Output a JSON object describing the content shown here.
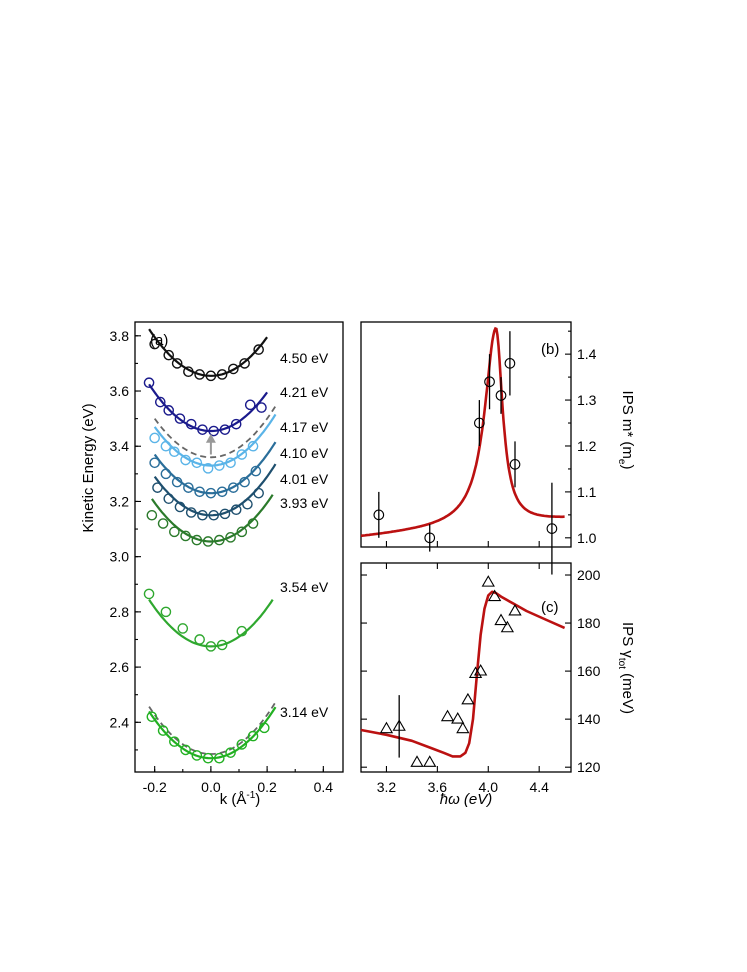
{
  "chart_data": [
    {
      "id": "a",
      "type": "scatter",
      "panel_label": "(a)",
      "xlabel": "k (Å-1)",
      "xlabel_text": "k (Å",
      "xlabel_sup": "-1",
      "xlabel_close": ")",
      "ylabel": "Kinetic Energy (eV)",
      "xlim": [
        -0.27,
        0.47
      ],
      "ylim": [
        2.22,
        3.85
      ],
      "x_ticks": [
        -0.2,
        0.0,
        0.2,
        0.4
      ],
      "x_tick_labels": [
        "-0.2",
        "0.0",
        "0.2",
        "0.4"
      ],
      "y_ticks": [
        2.4,
        2.6,
        2.8,
        3.0,
        3.2,
        3.4,
        3.6,
        3.8
      ],
      "y_tick_labels": [
        "2.4",
        "2.6",
        "2.8",
        "3.0",
        "3.2",
        "3.4",
        "3.6",
        "3.8"
      ],
      "series": [
        {
          "name": "4.50 eV",
          "color": "#111111",
          "e0": 3.655,
          "a": 3.5,
          "fit_range": [
            -0.22,
            0.2
          ],
          "dashed": false,
          "x": [
            -0.2,
            -0.15,
            -0.12,
            -0.08,
            -0.04,
            0.0,
            0.04,
            0.08,
            0.12,
            0.17
          ],
          "y": [
            3.77,
            3.73,
            3.7,
            3.67,
            3.66,
            3.655,
            3.66,
            3.68,
            3.7,
            3.75
          ]
        },
        {
          "name": "4.21 eV",
          "color": "#1a1a8c",
          "e0": 3.455,
          "a": 3.5,
          "fit_range": [
            -0.22,
            0.2
          ],
          "dashed": false,
          "x": [
            -0.22,
            -0.18,
            -0.15,
            -0.11,
            -0.07,
            -0.03,
            0.01,
            0.05,
            0.09,
            0.14,
            0.18
          ],
          "y": [
            3.63,
            3.56,
            3.53,
            3.5,
            3.48,
            3.46,
            3.455,
            3.46,
            3.48,
            3.55,
            3.54
          ]
        },
        {
          "name": "4.17 eV",
          "color": "#666666",
          "e0": 3.36,
          "a": 3.5,
          "fit_range": [
            -0.2,
            0.23
          ],
          "dashed": true,
          "x": [],
          "y": []
        },
        {
          "name": "4.10 eV",
          "color": "#5ab4e8",
          "e0": 3.33,
          "a": 3.5,
          "fit_range": [
            -0.2,
            0.23
          ],
          "dashed": false,
          "x": [
            -0.2,
            -0.16,
            -0.13,
            -0.09,
            -0.05,
            -0.01,
            0.03,
            0.07,
            0.11,
            0.15
          ],
          "y": [
            3.43,
            3.4,
            3.38,
            3.35,
            3.34,
            3.32,
            3.33,
            3.34,
            3.37,
            3.4
          ]
        },
        {
          "name": "4.01 eV",
          "color": "#2a6e9a",
          "e0": 3.23,
          "a": 3.5,
          "fit_range": [
            -0.2,
            0.23
          ],
          "dashed": false,
          "x": [
            -0.2,
            -0.16,
            -0.12,
            -0.08,
            -0.04,
            0.0,
            0.04,
            0.08,
            0.12,
            0.16
          ],
          "y": [
            3.34,
            3.3,
            3.27,
            3.25,
            3.235,
            3.23,
            3.235,
            3.25,
            3.27,
            3.31
          ]
        },
        {
          "name": "3.93 eV",
          "color": "#1e4f6e",
          "e0": 3.15,
          "a": 3.5,
          "fit_range": [
            -0.2,
            0.23
          ],
          "dashed": false,
          "x": [
            -0.19,
            -0.15,
            -0.11,
            -0.07,
            -0.03,
            0.01,
            0.05,
            0.09,
            0.13,
            0.17
          ],
          "y": [
            3.25,
            3.21,
            3.18,
            3.16,
            3.15,
            3.15,
            3.155,
            3.17,
            3.19,
            3.23
          ]
        },
        {
          "name": "",
          "color": "#2b7a2b",
          "e0": 3.055,
          "a": 3.5,
          "fit_range": [
            -0.21,
            0.22
          ],
          "dashed": false,
          "x": [
            -0.21,
            -0.17,
            -0.13,
            -0.09,
            -0.05,
            -0.01,
            0.03,
            0.07,
            0.11,
            0.15
          ],
          "y": [
            3.15,
            3.12,
            3.09,
            3.075,
            3.06,
            3.055,
            3.06,
            3.07,
            3.09,
            3.12
          ]
        },
        {
          "name": "3.54 eV",
          "color": "#2fa82f",
          "e0": 2.675,
          "a": 3.5,
          "fit_range": [
            -0.22,
            0.22
          ],
          "dashed": false,
          "x": [
            -0.22,
            -0.16,
            -0.1,
            -0.04,
            0.0,
            0.04,
            0.11
          ],
          "y": [
            2.865,
            2.8,
            2.74,
            2.7,
            2.675,
            2.68,
            2.73
          ]
        },
        {
          "name": "3.14 eV",
          "color": "#22b022",
          "e0": 2.27,
          "a": 3.5,
          "fit_range": [
            -0.22,
            0.23
          ],
          "dashed": false,
          "x": [
            -0.21,
            -0.17,
            -0.13,
            -0.09,
            -0.05,
            -0.01,
            0.03,
            0.07,
            0.11,
            0.15,
            0.19
          ],
          "y": [
            2.42,
            2.37,
            2.33,
            2.3,
            2.28,
            2.27,
            2.27,
            2.29,
            2.32,
            2.35,
            2.38
          ]
        },
        {
          "name": "",
          "color": "#666666",
          "e0": 2.285,
          "a": 3.55,
          "fit_range": [
            -0.22,
            0.23
          ],
          "dashed": true,
          "x": [],
          "y": []
        }
      ],
      "arrow": {
        "x": 0.0,
        "y_from": 3.37,
        "y_to": 3.445,
        "color": "#999999"
      }
    },
    {
      "id": "b",
      "type": "scatter",
      "panel_label": "(b)",
      "xlabel": "",
      "ylabel": "IPS m* (me)",
      "ylabel_text": "IPS m* (m",
      "ylabel_sub": "e",
      "ylabel_close": ")",
      "xlim": [
        3.0,
        4.65
      ],
      "ylim": [
        0.98,
        1.47
      ],
      "x_ticks": [
        3.2,
        3.6,
        4.0,
        4.4
      ],
      "y_ticks": [
        1.0,
        1.1,
        1.2,
        1.3,
        1.4
      ],
      "y_tick_labels": [
        "1.0",
        "1.1",
        "1.2",
        "1.3",
        "1.4"
      ],
      "points": {
        "x": [
          3.14,
          3.54,
          3.93,
          4.01,
          4.1,
          4.17,
          4.21,
          4.5
        ],
        "y": [
          1.05,
          1.0,
          1.25,
          1.34,
          1.31,
          1.38,
          1.16,
          1.02
        ],
        "err": [
          0.05,
          0.03,
          0.05,
          0.06,
          0.04,
          0.07,
          0.05,
          0.1
        ]
      },
      "fit": {
        "color": "#bb1111",
        "base": 1.0,
        "amp": 0.43,
        "center": 4.06,
        "gamma": 0.085,
        "slope": 0.04
      }
    },
    {
      "id": "c",
      "type": "scatter",
      "panel_label": "(c)",
      "xlabel": "ħω (eV)",
      "ylabel": "IPS γtot (meV)",
      "ylabel_text": "IPS γ",
      "ylabel_sub": "tot",
      "ylabel_close": " (meV)",
      "xlim": [
        3.0,
        4.65
      ],
      "ylim": [
        118,
        205
      ],
      "x_ticks": [
        3.2,
        3.6,
        4.0,
        4.4
      ],
      "x_tick_labels": [
        "3.2",
        "3.6",
        "4.0",
        "4.4"
      ],
      "y_ticks": [
        120,
        140,
        160,
        180,
        200
      ],
      "y_tick_labels": [
        "120",
        "140",
        "160",
        "180",
        "200"
      ],
      "points": {
        "x": [
          3.2,
          3.3,
          3.44,
          3.54,
          3.68,
          3.76,
          3.8,
          3.84,
          3.9,
          3.94,
          4.0,
          4.05,
          4.1,
          4.15,
          4.21
        ],
        "y": [
          136,
          137,
          122,
          122,
          141,
          140,
          136,
          148,
          159,
          160,
          197,
          191,
          181,
          178,
          185
        ],
        "err": [
          0,
          13,
          0,
          0,
          0,
          0,
          0,
          0,
          0,
          0,
          0,
          0,
          0,
          0,
          0
        ]
      },
      "fit": {
        "color": "#bb1111",
        "x": [
          3.0,
          3.2,
          3.4,
          3.55,
          3.65,
          3.72,
          3.78,
          3.82,
          3.85,
          3.88,
          3.91,
          3.94,
          3.97,
          4.0,
          4.03,
          4.06,
          4.1,
          4.2,
          4.3,
          4.45,
          4.6
        ],
        "y": [
          135.5,
          133.5,
          131,
          128,
          126,
          124.5,
          124.5,
          126,
          130,
          140,
          158,
          175,
          186,
          191.5,
          193,
          192.5,
          191,
          188,
          185,
          181.5,
          178
        ]
      }
    }
  ]
}
